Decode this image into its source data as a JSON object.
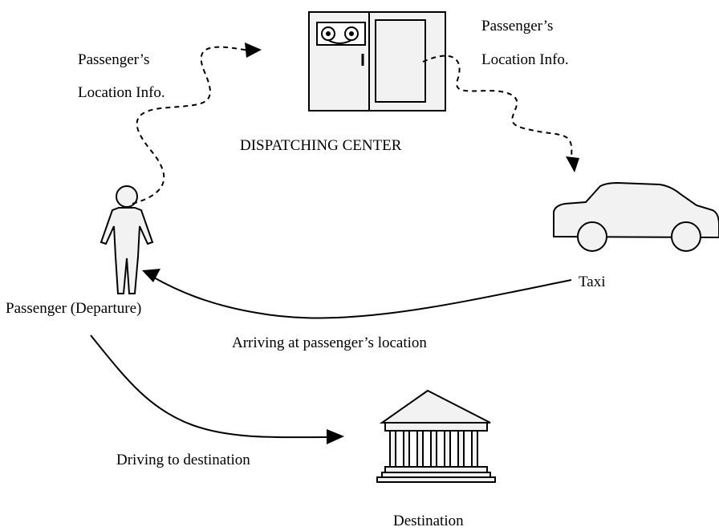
{
  "labels": {
    "dispatching_center": "DISPATCHING CENTER",
    "left_info_line1": "Passenger’s",
    "left_info_line2": "Location Info.",
    "right_info_line1": "Passenger’s",
    "right_info_line2": "Location Info.",
    "taxi": "Taxi",
    "passenger": "Passenger (Departure)",
    "arriving": "Arriving at passenger’s location",
    "driving": "Driving to destination",
    "destination": "Destination"
  },
  "icons": [
    "dispatching-center-icon",
    "passenger-icon",
    "taxi-icon",
    "destination-building-icon"
  ],
  "colors": {
    "line": "#000000",
    "fill": "#f2f2f2",
    "background": "#ffffff"
  }
}
